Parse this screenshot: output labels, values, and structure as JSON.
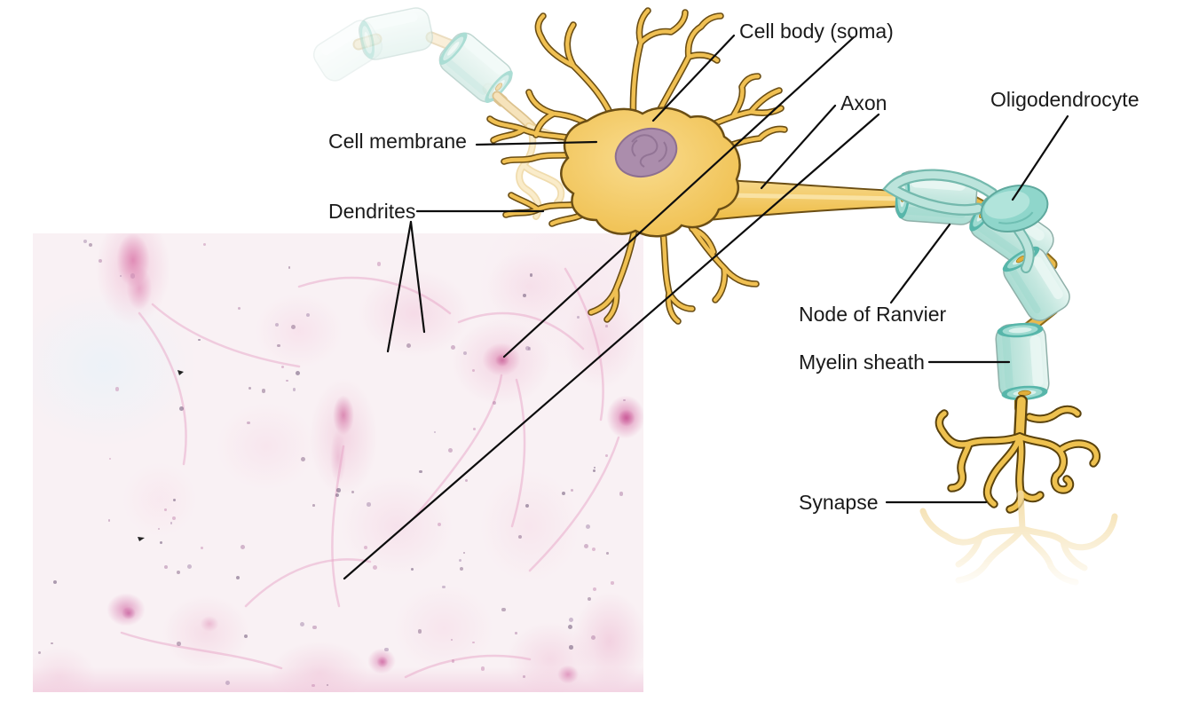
{
  "figure": {
    "kind": "anatomical diagram of a neuron with light micrograph of nervous tissue"
  },
  "labels": {
    "cell_body": "Cell body (soma)",
    "cell_membrane": "Cell membrane",
    "dendrites": "Dendrites",
    "axon": "Axon",
    "oligodendrocyte": "Oligodendrocyte",
    "node_of_ranvier": "Node of Ranvier",
    "myelin_sheath": "Myelin sheath",
    "synapse": "Synapse"
  },
  "colors": {
    "background": "#ffffff",
    "label_text": "#1a1a1a",
    "leader_line": "#0d0d0d",
    "neuron_gold": "#f2c14e",
    "neuron_outline": "#6b4e14",
    "nucleus_purple": "#ab8dac",
    "myelin_teal": "#cdeae4",
    "myelin_deep": "#57b6aa",
    "ghost_yellow": "#f7e2ae",
    "micrograph_stain_pink": "#e9a8c8"
  }
}
